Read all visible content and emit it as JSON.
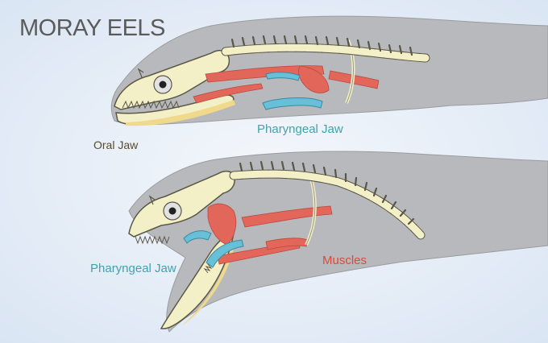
{
  "title": "MORAY EELS",
  "labels": {
    "oral_jaw": "Oral Jaw",
    "pharyngeal_jaw_top": "Pharyngeal Jaw",
    "pharyngeal_jaw_bottom": "Pharyngeal Jaw",
    "muscles": "Muscles"
  },
  "colors": {
    "background": "#e4ecf6",
    "body": "#b7b9bc",
    "bone": "#f3f0c8",
    "bone_outline": "#5a5748",
    "muscle": "#e2665a",
    "pharyngeal_jaw": "#68bfd8",
    "jaw_yellow": "#f0d98a",
    "title": "#5b5b5b",
    "oral_label": "#5a4a2c",
    "pharyngeal_label": "#3fa3ad",
    "muscle_label": "#d94a3a"
  }
}
